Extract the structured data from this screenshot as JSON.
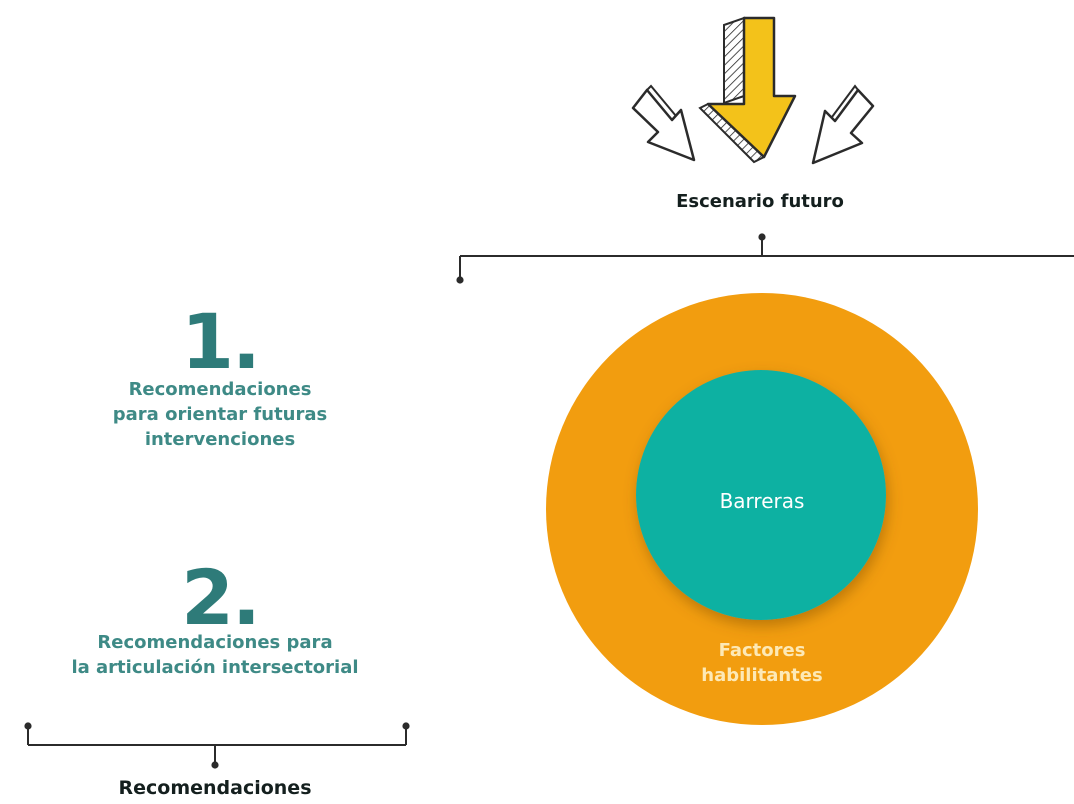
{
  "scenario": {
    "title": "Escenario futuro",
    "arrow_icons": [
      "arrow-down-left-icon",
      "arrow-down-main-icon",
      "arrow-down-right-icon"
    ]
  },
  "circles": {
    "inner_label": "Barreras",
    "outer_label": "Factores\nhabilitantes"
  },
  "recommendations": [
    {
      "number": "1.",
      "text": "Recomendaciones\npara orientar futuras\nintervenciones"
    },
    {
      "number": "2.",
      "text": "Recomendaciones para\nla articulación intersectorial"
    }
  ],
  "bottom": {
    "title": "Recomendaciones"
  },
  "colors": {
    "outer_circle": "#f29d0f",
    "inner_circle": "#11b1a2",
    "main_arrow": "#f3c21a",
    "number_text": "#2e7b79",
    "dark_text": "#141f1e"
  }
}
